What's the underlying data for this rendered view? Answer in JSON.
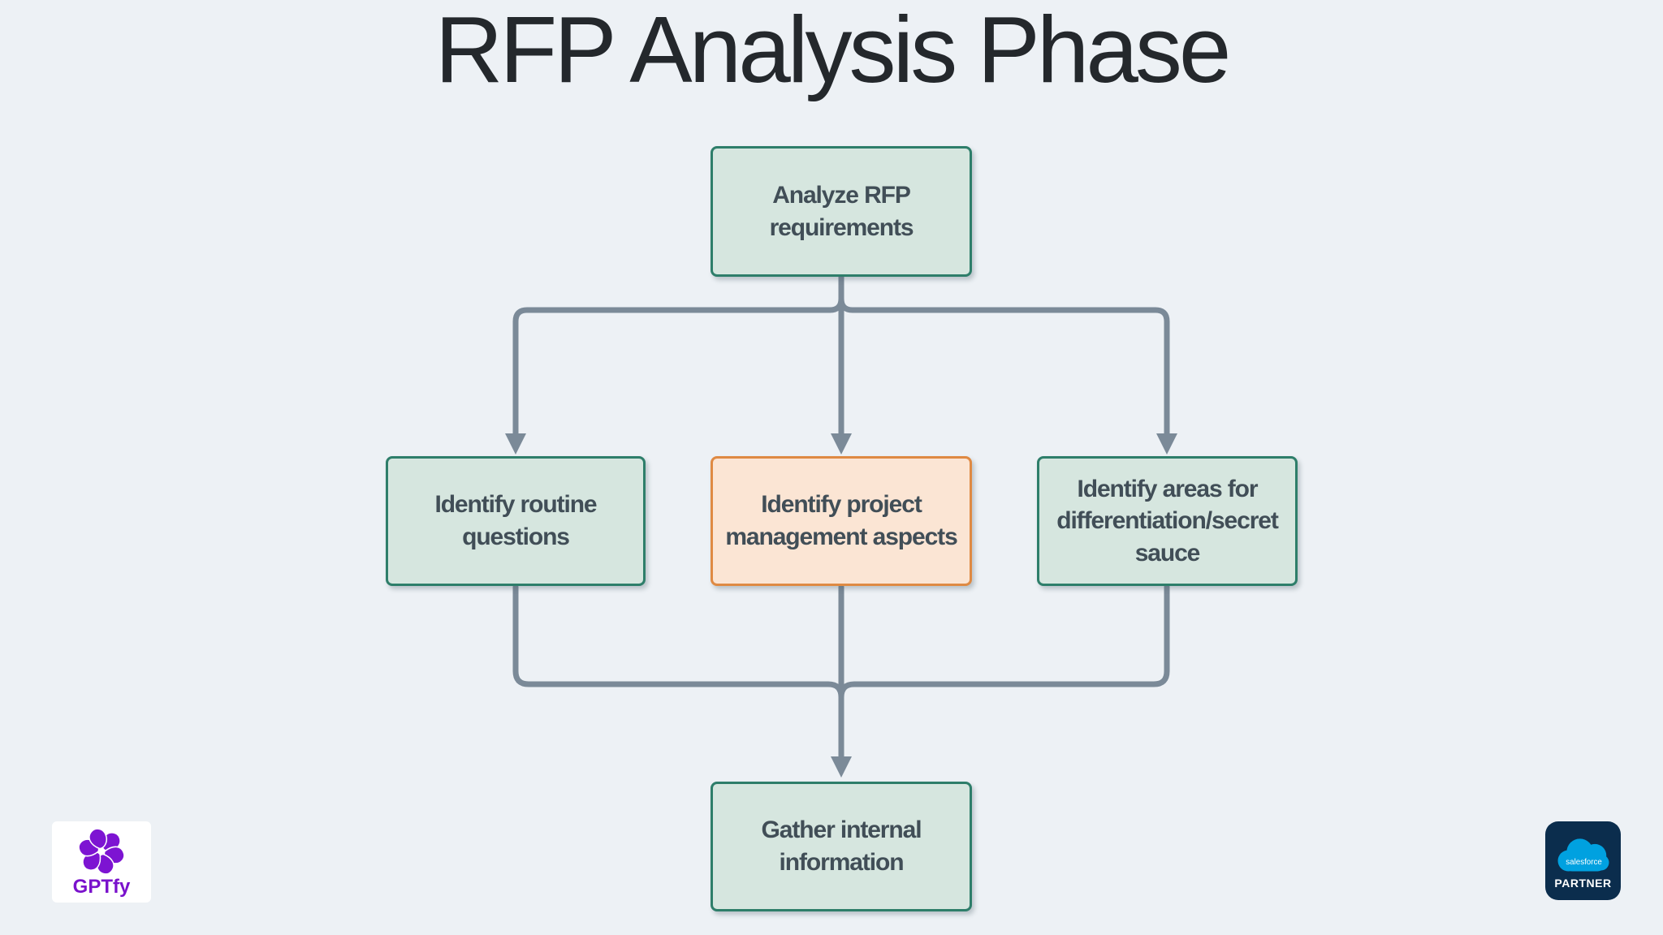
{
  "page": {
    "title": "RFP Analysis Phase",
    "background_color": "#edf1f5",
    "title_color": "#24282c"
  },
  "flowchart": {
    "nodes": [
      {
        "id": "analyze-rfp",
        "label": "Analyze RFP\nrequirements",
        "style": "green"
      },
      {
        "id": "routine-questions",
        "label": "Identify routine\nquestions",
        "style": "green"
      },
      {
        "id": "project-management",
        "label": "Identify project\nmanagement aspects",
        "style": "orange"
      },
      {
        "id": "differentiation",
        "label": "Identify areas for\ndifferentiation/secret\nsauce",
        "style": "green"
      },
      {
        "id": "gather-internal",
        "label": "Gather internal\ninformation",
        "style": "green"
      }
    ],
    "edges": [
      {
        "from": "analyze-rfp",
        "to": "routine-questions"
      },
      {
        "from": "analyze-rfp",
        "to": "project-management"
      },
      {
        "from": "analyze-rfp",
        "to": "differentiation"
      },
      {
        "from": "routine-questions",
        "to": "gather-internal"
      },
      {
        "from": "project-management",
        "to": "gather-internal"
      },
      {
        "from": "differentiation",
        "to": "gather-internal"
      }
    ],
    "colors": {
      "green_fill": "#d6e6df",
      "green_border": "#2e7e6a",
      "orange_fill": "#fbe5d4",
      "orange_border": "#df8a43",
      "connector": "#7b8a98",
      "node_text": "#414e57"
    }
  },
  "branding": {
    "gptfy": {
      "label": "GPTfy",
      "color": "#7a12cc"
    },
    "salesforce": {
      "wordmark": "salesforce",
      "label": "PARTNER",
      "badge_bg": "#0b2d4d",
      "cloud_blue": "#00a1e0"
    }
  }
}
